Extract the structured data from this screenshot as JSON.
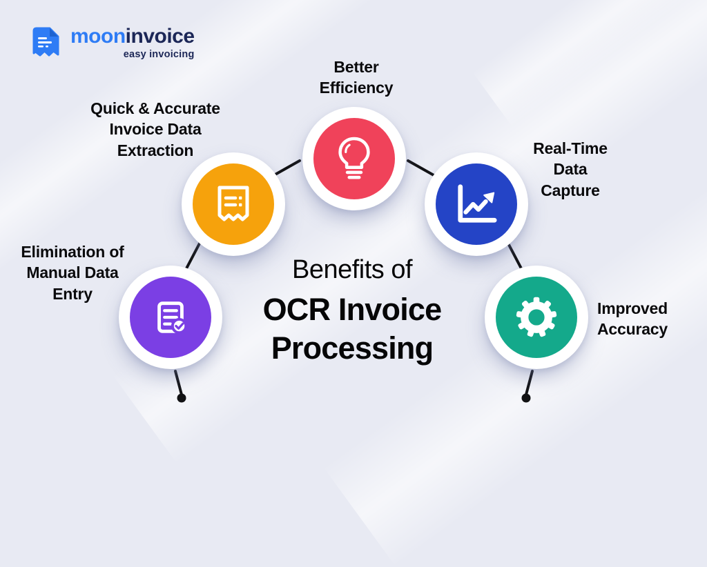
{
  "background": {
    "base_color": "#e8eaf3"
  },
  "brand": {
    "name_primary": "moon",
    "name_secondary": "invoice",
    "tagline": "easy invoicing",
    "primary_color": "#2e7cf5",
    "navy_color": "#1c2757"
  },
  "title": {
    "line1": "Benefits of",
    "line2": "OCR Invoice",
    "line3": "Processing"
  },
  "benefits": [
    {
      "id": "manual-entry",
      "label": "Elimination of\nManual Data\nEntry",
      "color": "#7b3fe4",
      "icon": "document-check-icon"
    },
    {
      "id": "data-extraction",
      "label": "Quick & Accurate\nInvoice Data\nExtraction",
      "color": "#f6a20c",
      "icon": "receipt-icon"
    },
    {
      "id": "efficiency",
      "label": "Better\nEfficiency",
      "color": "#f0425a",
      "icon": "lightbulb-icon"
    },
    {
      "id": "realtime-capture",
      "label": "Real-Time\nData\nCapture",
      "color": "#2444c6",
      "icon": "chart-increase-icon"
    },
    {
      "id": "accuracy",
      "label": "Improved\nAccuracy",
      "color": "#14a98b",
      "icon": "gear-icon"
    }
  ],
  "connector_color": "#121214"
}
